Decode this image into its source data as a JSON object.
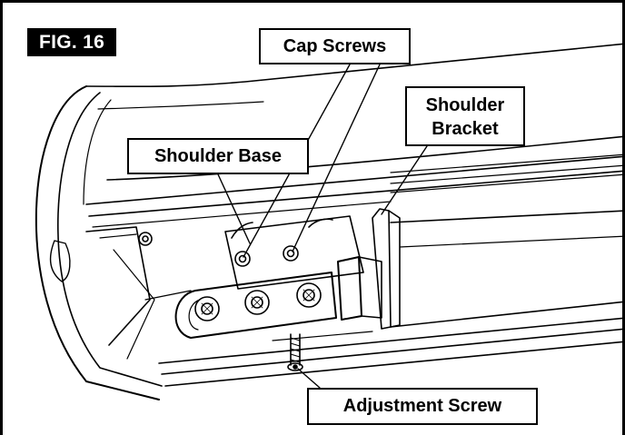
{
  "figure": {
    "label": "FIG. 16"
  },
  "callouts": {
    "cap_screws": "Cap Screws",
    "shoulder_base": "Shoulder Base",
    "shoulder_bracket_line1": "Shoulder",
    "shoulder_bracket_line2": "Bracket",
    "adjustment_screw": "Adjustment Screw"
  },
  "colors": {
    "line": "#000000",
    "background": "#ffffff",
    "label_fill": "#000000",
    "label_text": "#ffffff"
  }
}
